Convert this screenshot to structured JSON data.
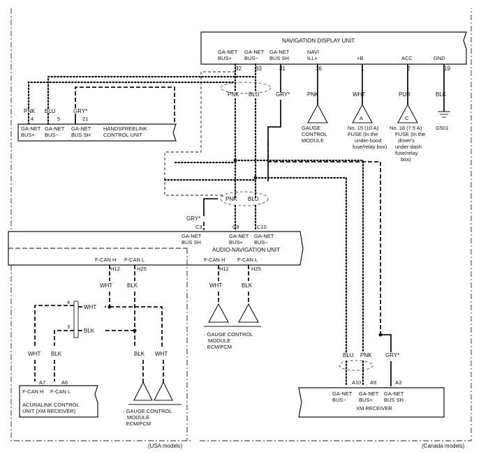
{
  "nav": {
    "title": "NAVIGATION DISPLAY UNIT",
    "pins": [
      {
        "l1": "GA-NET",
        "l2": "BUS+",
        "num": "32",
        "wire": "PNK"
      },
      {
        "l1": "GA-NET",
        "l2": "BUS−",
        "num": "33",
        "wire": "BLU"
      },
      {
        "l1": "GA-NET",
        "l2": "BUS SH",
        "num": "31",
        "wire": "GRY*"
      },
      {
        "l1": "NAVI",
        "l2": "ILL+",
        "num": "36",
        "wire": "PNK"
      },
      {
        "l1": "+B",
        "l2": "",
        "num": "1",
        "wire": "WHT"
      },
      {
        "l1": "ACC",
        "l2": "",
        "num": "2",
        "wire": "PUR"
      },
      {
        "l1": "GND",
        "l2": "",
        "num": "19",
        "wire": "BLK"
      }
    ],
    "gauge": [
      "GAUGE",
      "CONTROL",
      "MODULE"
    ],
    "fuse_a": {
      "letter": "A",
      "lines": [
        "No. 15 (10 A)",
        "FUSE (In the",
        "under-hood",
        "fuse/relay box)"
      ]
    },
    "fuse_c": {
      "letter": "C",
      "lines": [
        "No. 18 (7.5 A)",
        "FUSE (In the",
        "driver's",
        "under-dash",
        "fuse/relay",
        "box)"
      ]
    },
    "ground": "G501"
  },
  "hfl": {
    "wires": [
      "PNK",
      "BLU",
      "GRY*"
    ],
    "pins": [
      "4",
      "5",
      "21"
    ],
    "cols": [
      [
        "GA-NET",
        "BUS+"
      ],
      [
        "GA-NET",
        "BUS−"
      ],
      [
        "GA-NET",
        "BUS SH"
      ]
    ],
    "name": [
      "HANDSFREELINK",
      "CONTROL UNIT"
    ]
  },
  "mid": {
    "pnk": "PNK",
    "blu": "BLU",
    "gry": "GRY*"
  },
  "anu": {
    "name": "AUDIO-NAVIGATION UNIT",
    "pins_top": [
      {
        "num": "C3",
        "l1": "GA-NET",
        "l2": "BUS SH"
      },
      {
        "num": "C9",
        "l1": "GA-NET",
        "l2": "BUS+"
      },
      {
        "num": "C10",
        "l1": "GA-NET",
        "l2": "BUS−"
      }
    ],
    "left_pins": [
      {
        "label": "F-CAN H",
        "num": "H12",
        "wire": "WHT"
      },
      {
        "label": "F-CAN L",
        "num": "H25",
        "wire": "BLK"
      }
    ],
    "right_pins": [
      {
        "label": "F-CAN H",
        "num": "H12",
        "wire": "WHT"
      },
      {
        "label": "F-CAN L",
        "num": "H25",
        "wire": "BLK"
      }
    ]
  },
  "gauge_mid": [
    "· GAUGE CONTROL",
    "MODULE",
    "· ECM/PCM"
  ],
  "gauge_left": [
    "· GAUGE CONTROL",
    "MODULE",
    "· ECM/PCM"
  ],
  "junction": {
    "p4": "4",
    "p3": "3",
    "wht": "WHT",
    "blk": "BLK"
  },
  "acura": {
    "wires": [
      "WHT",
      "BLK"
    ],
    "pins": [
      "A7",
      "A6"
    ],
    "cols": [
      "F-CAN H",
      "F-CAN L"
    ],
    "name": [
      "ACURALINK CONTROL",
      "UNIT (XM RECEIVER)"
    ]
  },
  "gauge_left_wires": [
    "BLK",
    "WHT"
  ],
  "xm": {
    "wires": [
      "BLU",
      "PNK",
      "GRY*"
    ],
    "pins": [
      "A10",
      "A9",
      "A3"
    ],
    "cols": [
      [
        "GA-NET",
        "BUS−"
      ],
      [
        "GA-NET",
        "BUS+"
      ],
      [
        "GA-NET",
        "BUS SH"
      ]
    ],
    "name": "XM RECEIVER"
  },
  "models": {
    "usa": "(USA models)",
    "canada": "(Canada models)"
  }
}
